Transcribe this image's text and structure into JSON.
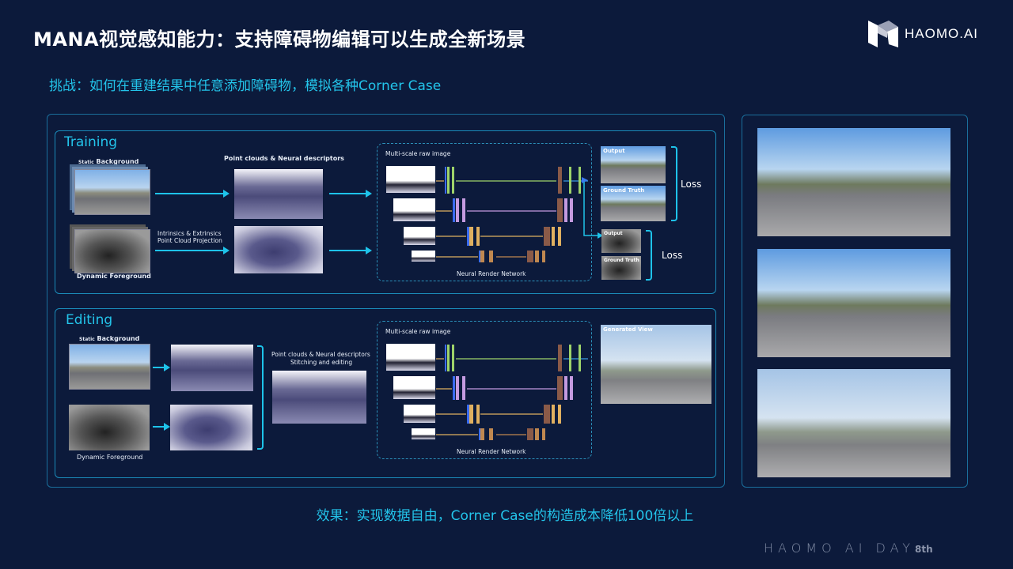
{
  "header": {
    "title": "MANA视觉感知能力：支持障碍物编辑可以生成全新场景",
    "logo_text": "HAOMO.AI"
  },
  "challenge": "挑战：如何在重建结果中任意添加障碍物，模拟各种Corner Case",
  "training": {
    "title": "Training",
    "static_bg_small": "Static",
    "static_bg": "Background",
    "dynamic_fg": "Dynamic Foreground",
    "pc_label": "Point clouds & Neural descriptors",
    "proj_line1": "Intrinsics & Extrinsics",
    "proj_line2": "Point Cloud Projection",
    "multi_scale": "Multi-scale raw image",
    "network": "Neural Render Network",
    "output": "Output",
    "ground_truth": "Ground Truth",
    "loss": "Loss"
  },
  "editing": {
    "title": "Editing",
    "static_bg_small": "Static",
    "static_bg": "Background",
    "dynamic_fg": "Dynamic Foreground",
    "stitch_line1": "Point clouds & Neural descriptors",
    "stitch_line2": "Stitching and editing",
    "multi_scale": "Multi-scale raw image",
    "network": "Neural Render Network",
    "generated": "Generated View"
  },
  "effect": "效果：实现数据自由，Corner Case的构造成本降低100倍以上",
  "footer": {
    "brand": "HAOMO AI DAY",
    "edition": "8th"
  },
  "colors": {
    "accent": "#23c4ea",
    "background": "#0c1a3b"
  }
}
